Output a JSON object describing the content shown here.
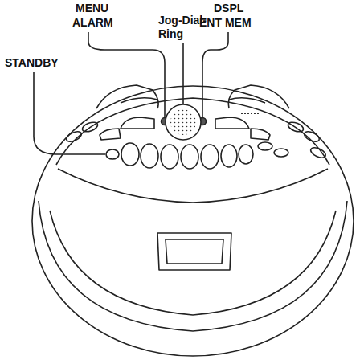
{
  "diagram": {
    "labels": [
      "MENU",
      "ALARM",
      "Jog-Dial- Ring",
      "DSPL",
      "ENT MEM",
      "STANDBY"
    ]
  }
}
